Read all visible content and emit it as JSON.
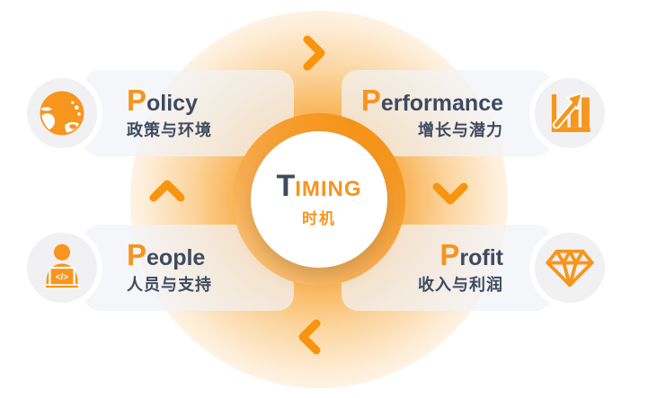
{
  "center": {
    "title_cap": "T",
    "title_rest": "IMING",
    "subtitle": "时机"
  },
  "quadrants": [
    {
      "name": "Policy",
      "title_cap": "P",
      "title_rest": "olicy",
      "subtitle": "政策与环境",
      "icon": "globe-icon"
    },
    {
      "name": "Performance",
      "title_cap": "P",
      "title_rest": "erformance",
      "subtitle": "增长与潜力",
      "icon": "bar-chart-icon"
    },
    {
      "name": "People",
      "title_cap": "P",
      "title_rest": "eople",
      "subtitle": "人员与支持",
      "icon": "person-laptop-icon"
    },
    {
      "name": "Profit",
      "title_cap": "P",
      "title_rest": "rofit",
      "subtitle": "收入与利润",
      "icon": "diamond-icon"
    }
  ],
  "icons": {
    "laptop_code_label": "</>"
  },
  "colors": {
    "accent_orange": "#F7941E",
    "navy_text": "#3D4B5F",
    "card_bg": "#F3F4F7",
    "glow_orange": "#F69311"
  }
}
